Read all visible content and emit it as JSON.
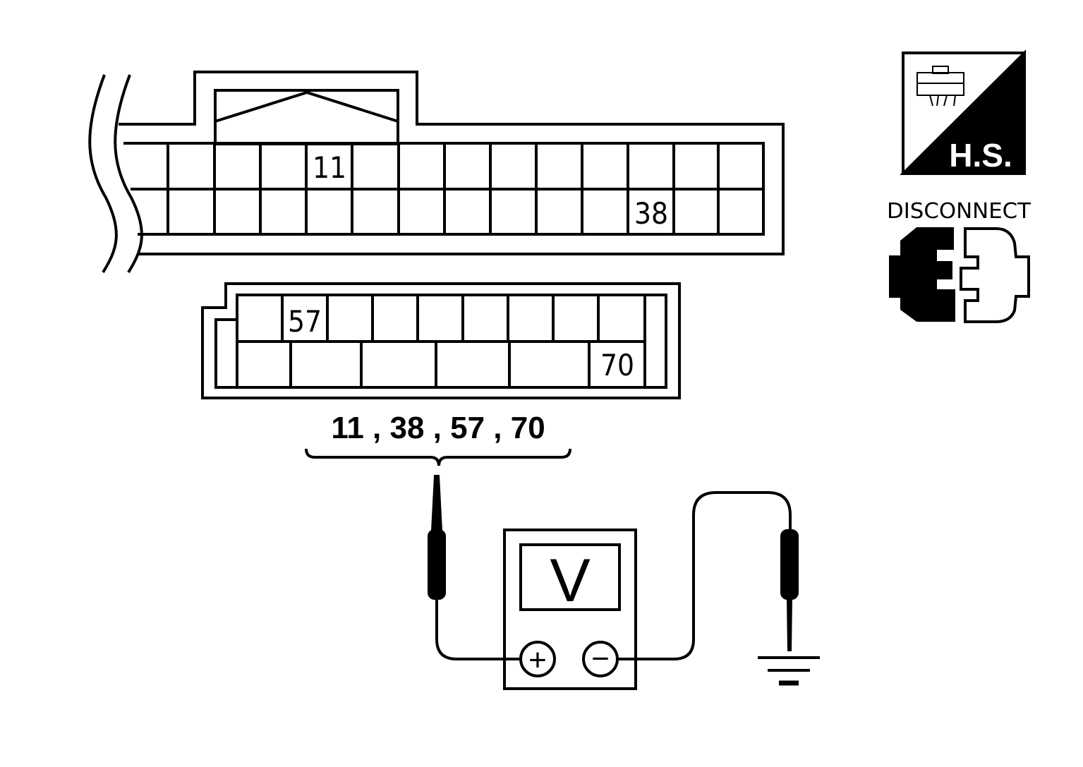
{
  "upper_connector": {
    "pin_top": "11",
    "pin_bottom": "38"
  },
  "lower_connector": {
    "pin_top": "57",
    "pin_bottom": "70"
  },
  "terminals_label": "11 , 38 , 57 , 70",
  "meter": {
    "display": "V",
    "plus": "+",
    "minus": "−"
  },
  "badges": {
    "harness_side": "H.S.",
    "disconnect": "DISCONNECT"
  },
  "colors": {
    "line": "#000000",
    "background": "#ffffff"
  }
}
